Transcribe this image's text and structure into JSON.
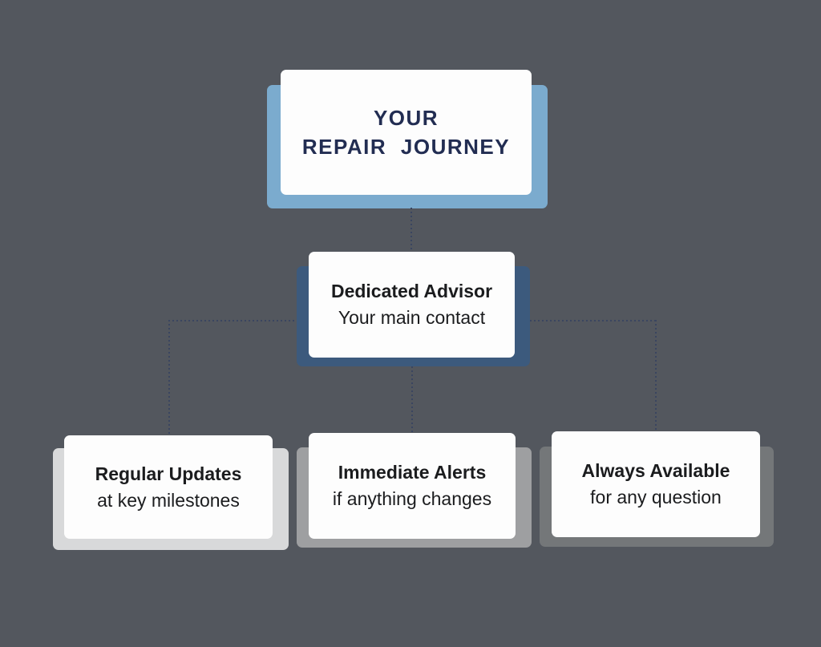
{
  "palette": {
    "background": "#53575e",
    "card": "#fdfdfd",
    "top_accent": "#7babce",
    "advisor_accent": "#3c5a7d",
    "updates_accent": "#d8d9da",
    "alerts_accent": "#9e9fa1",
    "available_accent": "#747779",
    "title_text": "#222d52",
    "body_text": "#1b1c1e",
    "connector": "#3a4560"
  },
  "diagram": {
    "title": {
      "line1": "YOUR",
      "line2": "REPAIR JOURNEY"
    },
    "advisor": {
      "heading": "Dedicated Advisor",
      "subtext": "Your main contact"
    },
    "children": [
      {
        "heading": "Regular Updates",
        "subtext": "at key milestones"
      },
      {
        "heading": "Immediate Alerts",
        "subtext": "if anything changes"
      },
      {
        "heading": "Always Available",
        "subtext": "for any question"
      }
    ]
  }
}
